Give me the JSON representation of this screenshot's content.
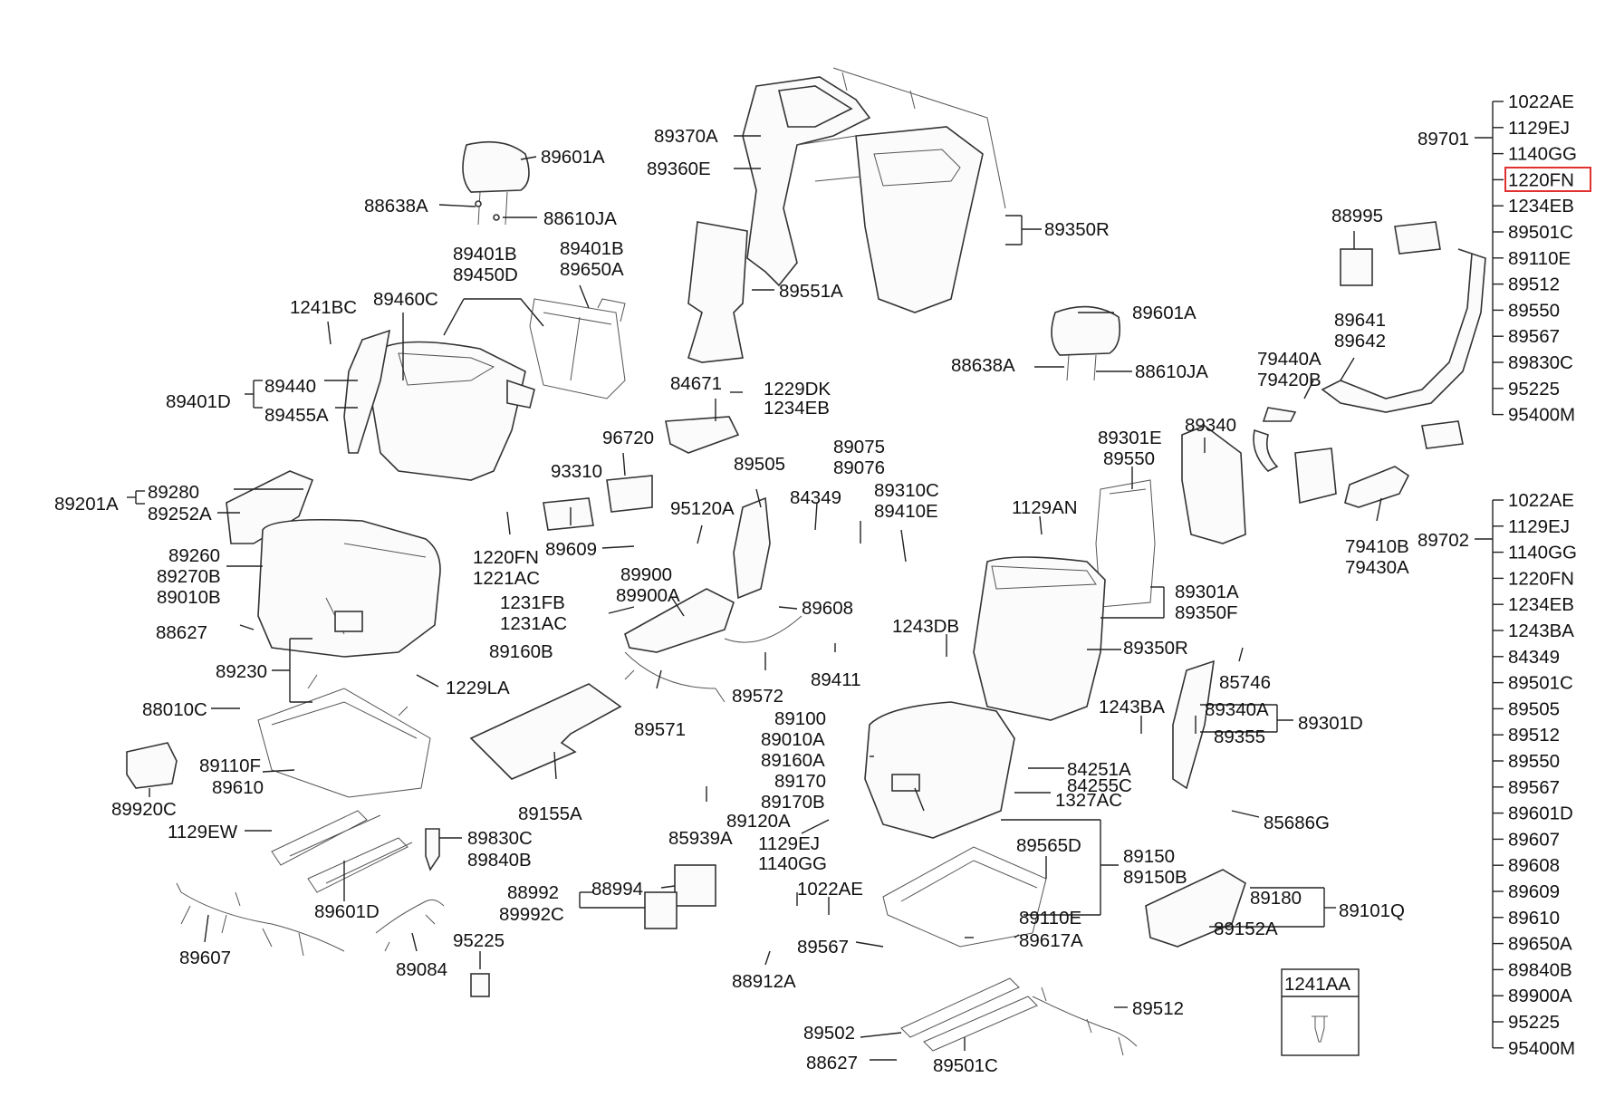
{
  "labels": {
    "l89601A_1": "89601A",
    "l88638A_1": "88638A",
    "l88610JA_1": "88610JA",
    "l89370A": "89370A",
    "l89360E": "89360E",
    "l89350R_1": "89350R",
    "l89551A": "89551A",
    "l89401B_1": "89401B",
    "l89450D": "89450D",
    "l89401B_2": "89401B",
    "l89650A": "89650A",
    "l1241BC": "1241BC",
    "l89460C": "89460C",
    "l89440": "89440",
    "l89455A": "89455A",
    "l89401D": "89401D",
    "l89201A": "89201A",
    "l89280": "89280",
    "l89252A": "89252A",
    "l89260": "89260",
    "l89270B": "89270B",
    "l89010B": "89010B",
    "l88627_1": "88627",
    "l89230": "89230",
    "l1229LA": "1229LA",
    "l88010C": "88010C",
    "l89110F": "89110F",
    "l89610": "89610",
    "l89920C": "89920C",
    "l1129EW": "1129EW",
    "l89830C_1": "89830C",
    "l89840B_1": "89840B",
    "l89601D_1": "89601D",
    "l89607_1": "89607",
    "l89084": "89084",
    "l95225_1": "95225",
    "l88992": "88992",
    "l89992C": "89992C",
    "l88994": "88994",
    "l84671": "84671",
    "l1229DK": "1229DK",
    "l1234EB_1": "1234EB",
    "l96720": "96720",
    "l93310": "93310",
    "l1220FN_1": "1220FN",
    "l1221AC": "1221AC",
    "l89609_1": "89609",
    "l95120A": "95120A",
    "l89505_1": "89505",
    "l84349_1": "84349",
    "l89075": "89075",
    "l89076": "89076",
    "l89310C": "89310C",
    "l89410E": "89410E",
    "l89900": "89900",
    "l89900A_1": "89900A",
    "l1231FB": "1231FB",
    "l1231AC": "1231AC",
    "l89608_1": "89608",
    "l89160B": "89160B",
    "l89411": "89411",
    "l89572": "89572",
    "l89571": "89571",
    "l89155A": "89155A",
    "l85939A": "85939A",
    "l1243DB": "1243DB",
    "l89100": "89100",
    "l89010A": "89010A",
    "l89160A": "89160A",
    "l89170": "89170",
    "l89170B": "89170B",
    "l89120A": "89120A",
    "l1129EJ_1": "1129EJ",
    "l1140GG_1": "1140GG",
    "l1022AE_1": "1022AE",
    "l89567_1": "89567",
    "l88912A": "88912A",
    "l89565D": "89565D",
    "l89150": "89150",
    "l89150B": "89150B",
    "l89110E_1": "89110E",
    "l89617A": "89617A",
    "l89502": "89502",
    "l88627_2": "88627",
    "l89501C_1": "89501C",
    "l89512_1": "89512",
    "l89601A_2": "89601A",
    "l88638A_2": "88638A",
    "l88610JA_2": "88610JA",
    "l1129AN": "1129AN",
    "l89301E": "89301E",
    "l89550_1": "89550",
    "l89340": "89340",
    "l89301A": "89301A",
    "l89350F": "89350F",
    "l89350R_2": "89350R",
    "l85746": "85746",
    "l1243BA_1": "1243BA",
    "l89340A": "89340A",
    "l89355": "89355",
    "l89301D": "89301D",
    "l84251A": "84251A",
    "l84255C": "84255C",
    "l1327AC": "1327AC",
    "l85686G": "85686G",
    "l89180": "89180",
    "l89152A": "89152A",
    "l89101Q": "89101Q",
    "l88995": "88995",
    "l89641": "89641",
    "l89642": "89642",
    "l79440A": "79440A",
    "l79420B": "79420B",
    "l79410B": "79410B",
    "l79430A": "79430A",
    "l89701": "89701",
    "l89702": "89702",
    "box_title": "1241AA"
  },
  "list_89701": [
    "1022AE",
    "1129EJ",
    "1140GG",
    "1220FN",
    "1234EB",
    "89501C",
    "89110E",
    "89512",
    "89550",
    "89567",
    "89830C",
    "95225",
    "95400M"
  ],
  "list_89702": [
    "1022AE",
    "1129EJ",
    "1140GG",
    "1220FN",
    "1234EB",
    "1243BA",
    "84349",
    "89501C",
    "89505",
    "89512",
    "89550",
    "89567",
    "89601D",
    "89607",
    "89608",
    "89609",
    "89610",
    "89650A",
    "89840B",
    "89900A",
    "95225",
    "95400M"
  ],
  "highlight": {
    "item": "1220FN",
    "color": "#e03030"
  }
}
